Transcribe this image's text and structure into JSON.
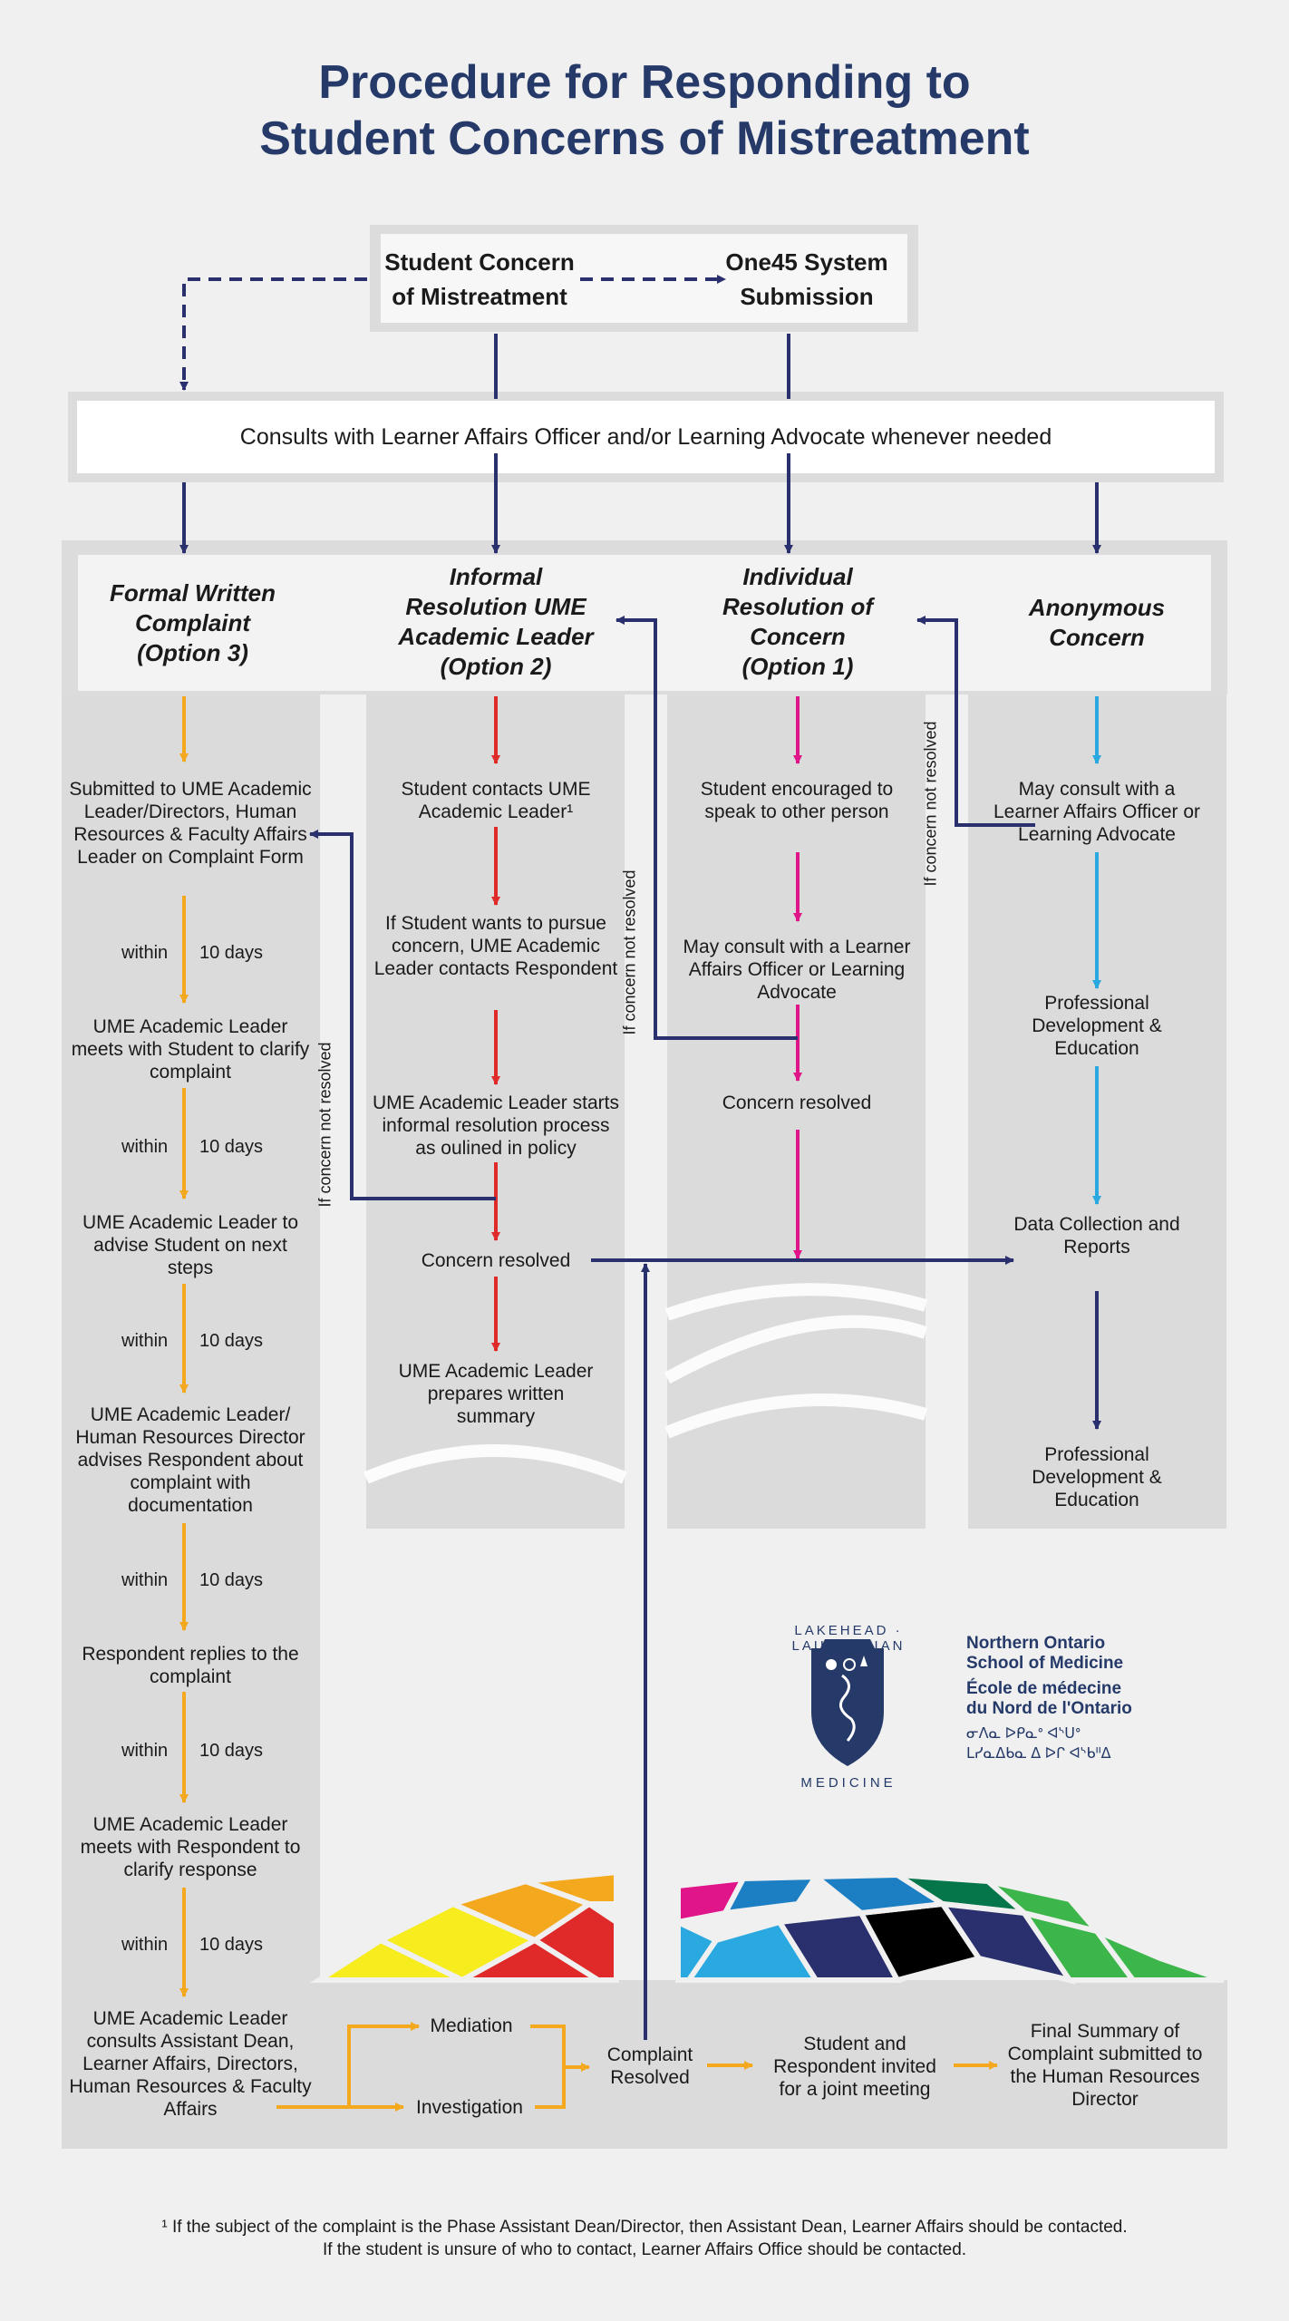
{
  "title": {
    "line1": "Procedure for Responding to",
    "line2": "Student Concerns of Mistreatment"
  },
  "colors": {
    "navy": "#2a2f6d",
    "orange": "#f4a81d",
    "red": "#e02a2a",
    "magenta": "#e0158a",
    "cyan": "#29a9e0",
    "grey": "#dbdbdb"
  },
  "top": {
    "concern": "Student Concern of Mistreatment",
    "one45": "One45 System Submission"
  },
  "consult": "Consults with Learner Affairs Officer and/or Learning Advocate whenever needed",
  "columns": {
    "formal": {
      "header": "Formal Written Complaint (Option 3)",
      "steps": [
        "Submitted to UME Academic Leader/Directors, Human Resources & Faculty Affairs Leader on Complaint Form",
        "UME Academic Leader meets with Student to clarify complaint",
        "UME Academic Leader to advise Student on next steps",
        "UME Academic Leader/ Human Resources Director advises Respondent about complaint with documentation",
        "Respondent replies to the complaint",
        "UME Academic Leader meets with Respondent to clarify response",
        "UME Academic Leader consults Assistant Dean, Learner Affairs, Directors, Human Resources & Faculty Affairs"
      ],
      "within_label": "within",
      "days_label": "10 days"
    },
    "informal": {
      "header": "Informal Resolution UME Academic Leader (Option 2)",
      "steps": [
        "Student contacts UME Academic Leader¹",
        "If Student wants to pursue concern, UME Academic Leader contacts Respondent",
        "UME Academic Leader starts informal resolution process as oulined in policy",
        "Concern resolved",
        "UME Academic Leader prepares written summary"
      ]
    },
    "individual": {
      "header": "Individual Resolution of Concern (Option 1)",
      "steps": [
        "Student encouraged to speak to other person",
        "May consult with a Learner Affairs Officer or Learning Advocate",
        "Concern resolved"
      ]
    },
    "anonymous": {
      "header": "Anonymous Concern",
      "steps": [
        "May consult with a Learner Affairs Officer or Learning Advocate",
        "Professional Development & Education",
        "Data Collection and Reports",
        "Professional Development & Education"
      ]
    }
  },
  "side_label": "If concern not resolved",
  "bottom": {
    "mediation": "Mediation",
    "investigation": "Investigation",
    "resolved": "Complaint Resolved",
    "joint": "Student and Respondent invited for a joint meeting",
    "final": "Final Summary of Complaint submitted to the Human Resources Director"
  },
  "logo": {
    "ring_top": "LAKEHEAD · LAURENTIAN",
    "ring_bottom": "MEDICINE",
    "line1": "Northern Ontario",
    "line2": "School of Medicine",
    "line3": "École de médecine",
    "line4": "du Nord de l'Ontario",
    "line5": "ᓂᐱᓇ ᐅᑭᓇᐤ ᐊᔅᑌᐤ",
    "line6": "ᒪᓯᓇᐃᑲᓇ ᐃ ᐅᒋ ᐊᔅᑲᐦᐃ"
  },
  "footnote": {
    "line1": "¹ If the subject of the complaint is the Phase Assistant Dean/Director, then Assistant Dean, Learner Affairs should be contacted.",
    "line2": "If the student is unsure of who to contact, Learner Affairs Office should be contacted."
  }
}
